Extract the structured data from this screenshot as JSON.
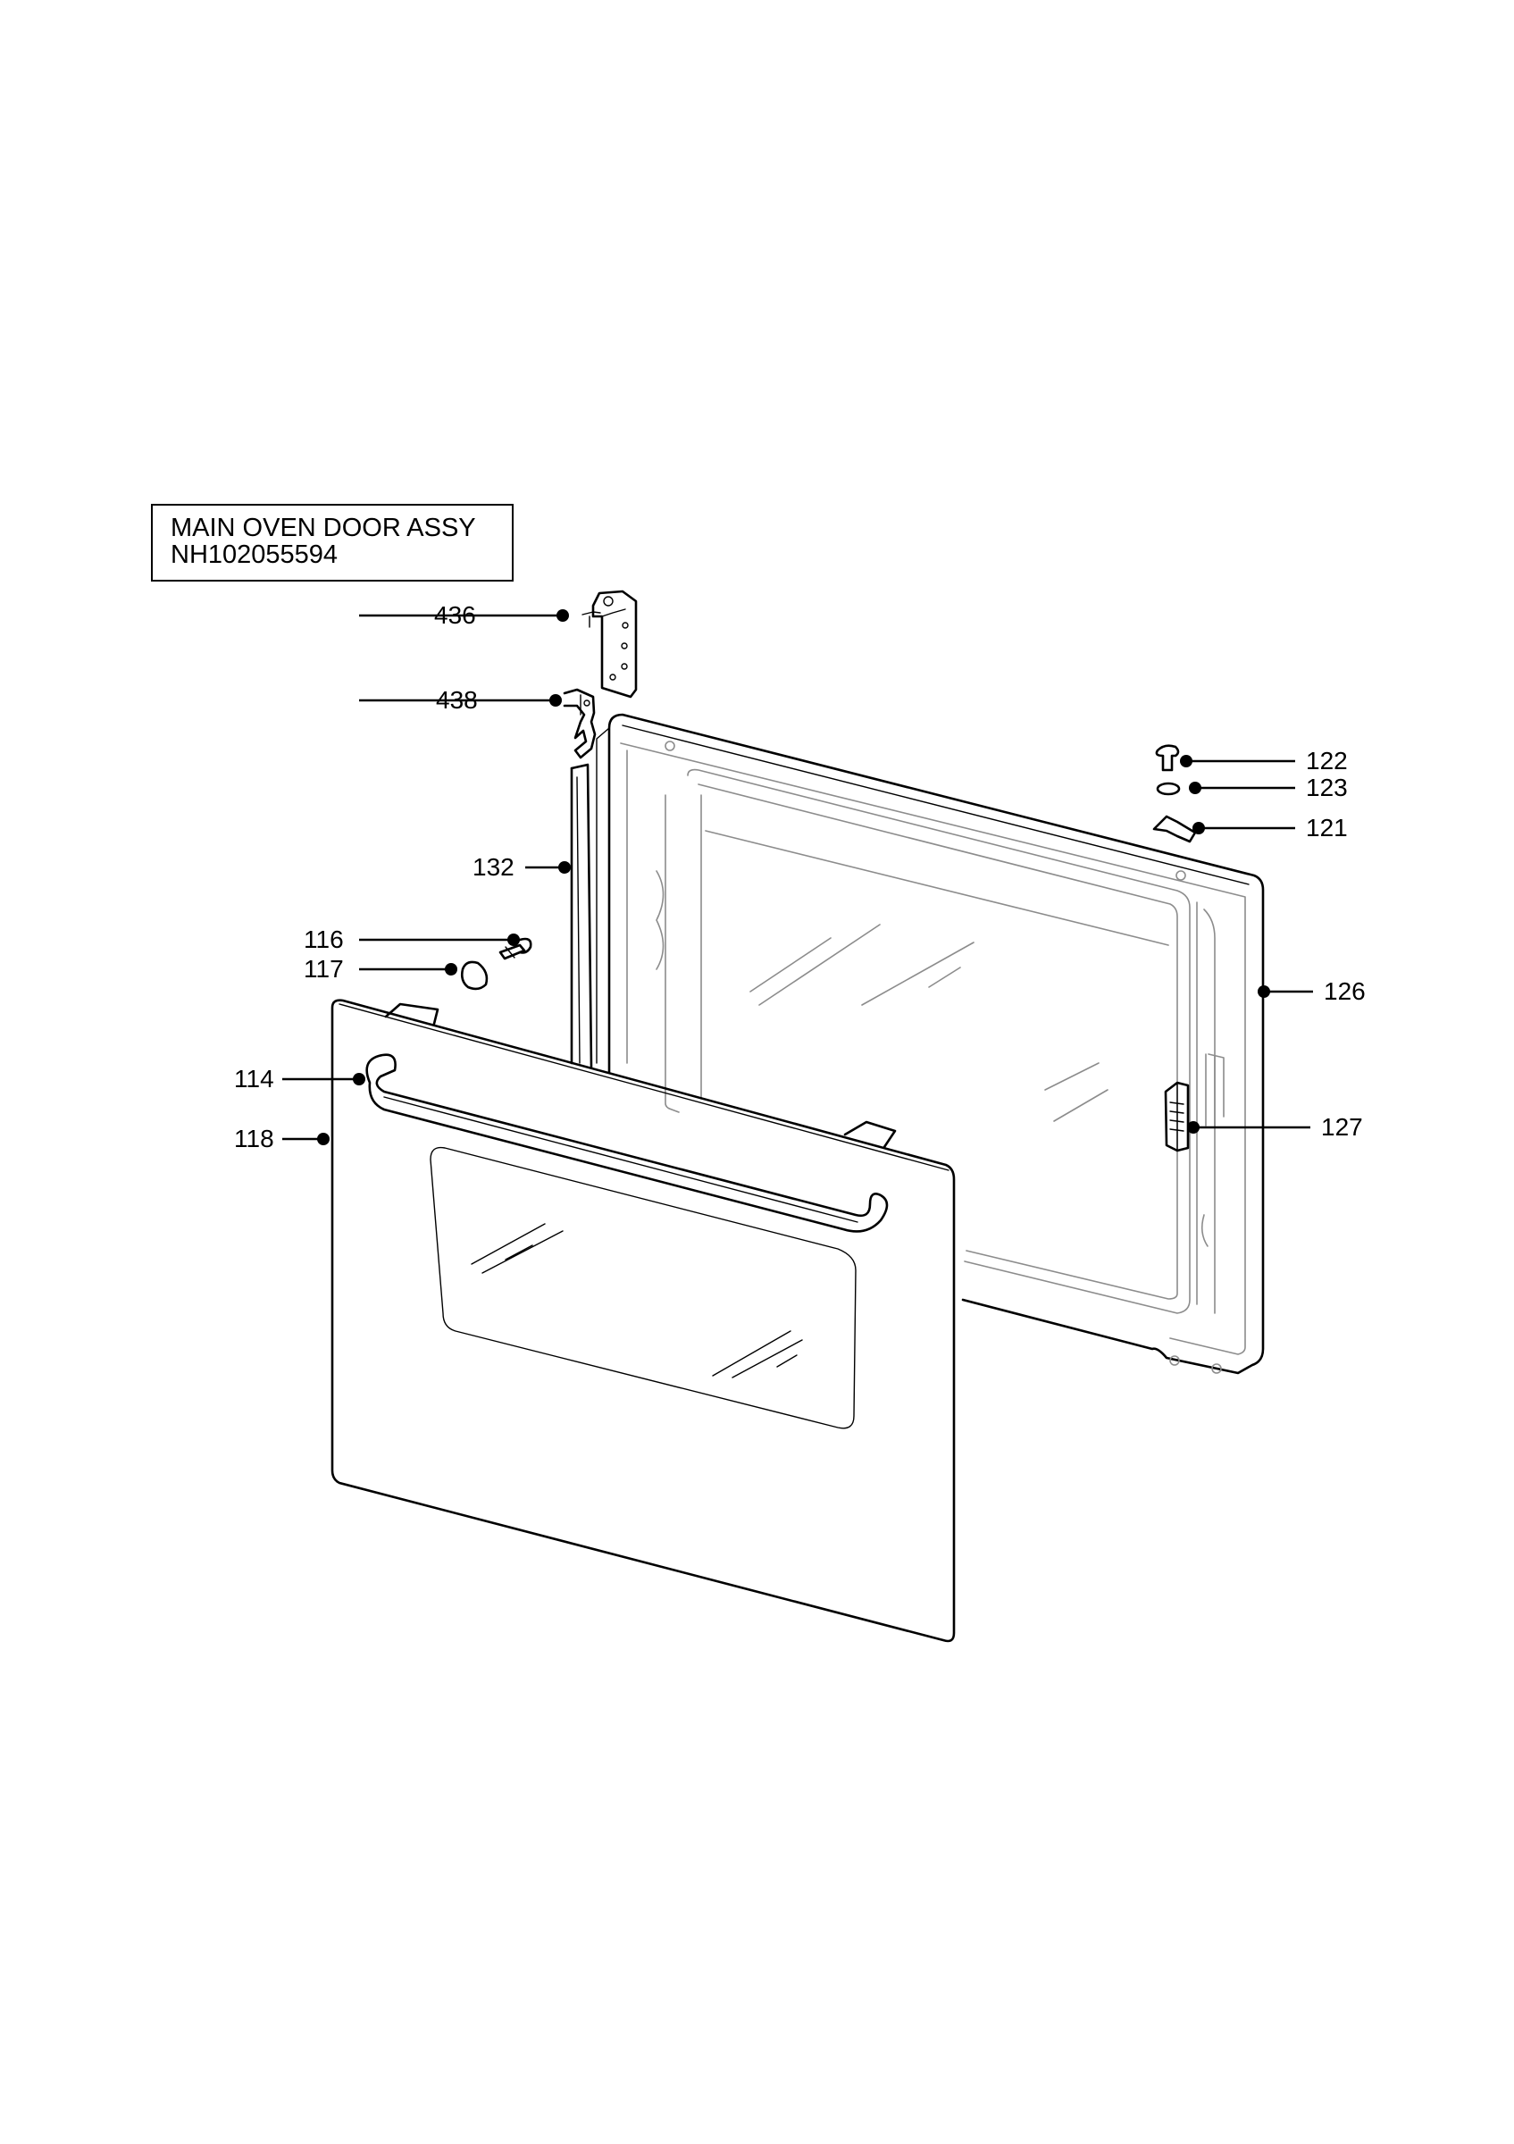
{
  "title": {
    "line1": "MAIN OVEN DOOR ASSY",
    "line2": "NH102055594"
  },
  "callouts": {
    "c436": "436",
    "c438": "438",
    "c132": "132",
    "c116": "116",
    "c117": "117",
    "c114": "114",
    "c118": "118",
    "c122": "122",
    "c123": "123",
    "c121": "121",
    "c126": "126",
    "c127": "127"
  }
}
